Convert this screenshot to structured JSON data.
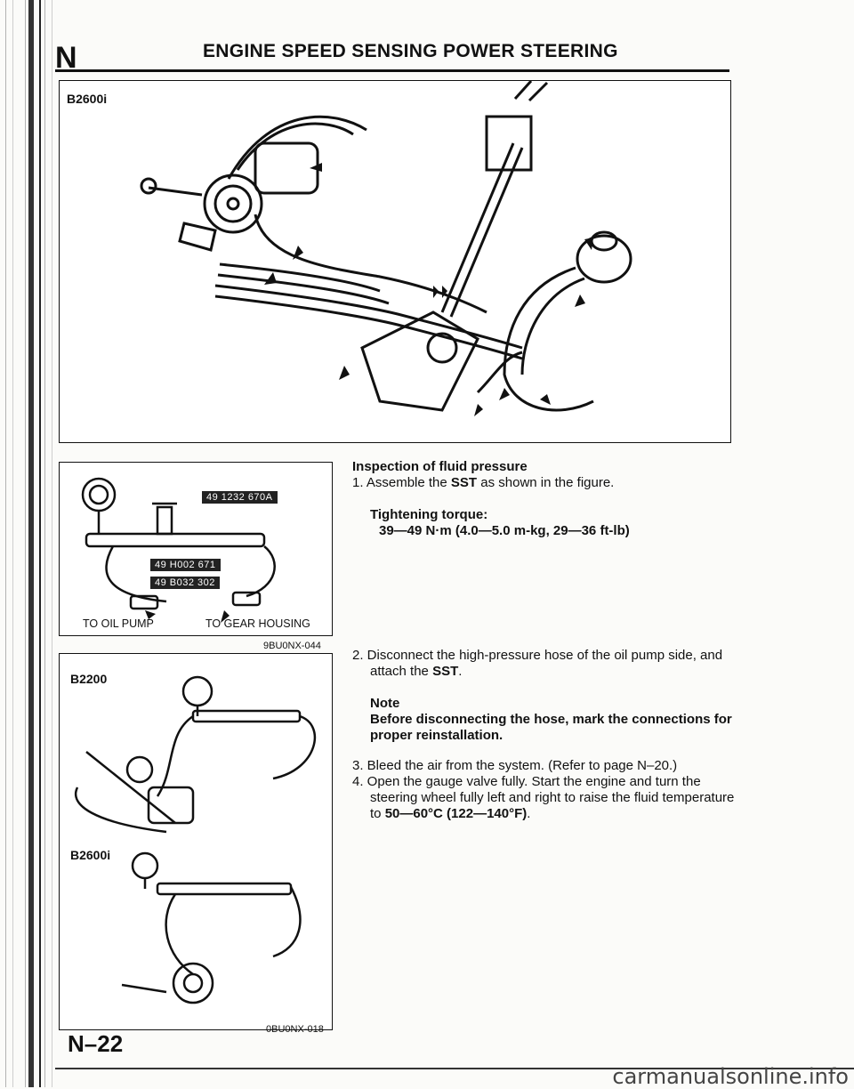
{
  "header": {
    "section_letter": "N",
    "title": "ENGINE SPEED SENSING POWER STEERING"
  },
  "figure_main": {
    "label": "B2600i"
  },
  "figure_sst": {
    "tags": [
      "49 1232 670A",
      "49 H002 671",
      "49 B032 302"
    ],
    "caption_left": "TO OIL PUMP",
    "caption_right": "TO GEAR HOUSING",
    "code": "9BU0NX-044"
  },
  "figure_models": {
    "label_top": "B2200",
    "label_bottom": "B2600i",
    "code": "0BU0NX-018"
  },
  "text": {
    "heading": "Inspection of fluid pressure",
    "step1_prefix": "1. Assemble the ",
    "step1_bold": "SST",
    "step1_suffix": " as shown in the figure.",
    "torque_label": "Tightening torque:",
    "torque_value": "39—49 N·m (4.0—5.0 m-kg, 29—36 ft-lb)",
    "step2_prefix": "2. Disconnect the high-pressure hose of the oil pump side, and attach the ",
    "step2_bold": "SST",
    "step2_suffix": ".",
    "note_title": "Note",
    "note_body": "Before disconnecting the hose, mark the connections for proper reinstallation.",
    "step3": "3. Bleed the air from the system. (Refer to page N–20.)",
    "step4_prefix": "4. Open the gauge valve fully. Start the engine and turn the steering wheel fully left and right to raise the fluid temperature to ",
    "step4_bold": "50—60°C (122—140°F)",
    "step4_suffix": "."
  },
  "footer": {
    "page_number": "N–22",
    "watermark": "carmanualsonline.info"
  }
}
